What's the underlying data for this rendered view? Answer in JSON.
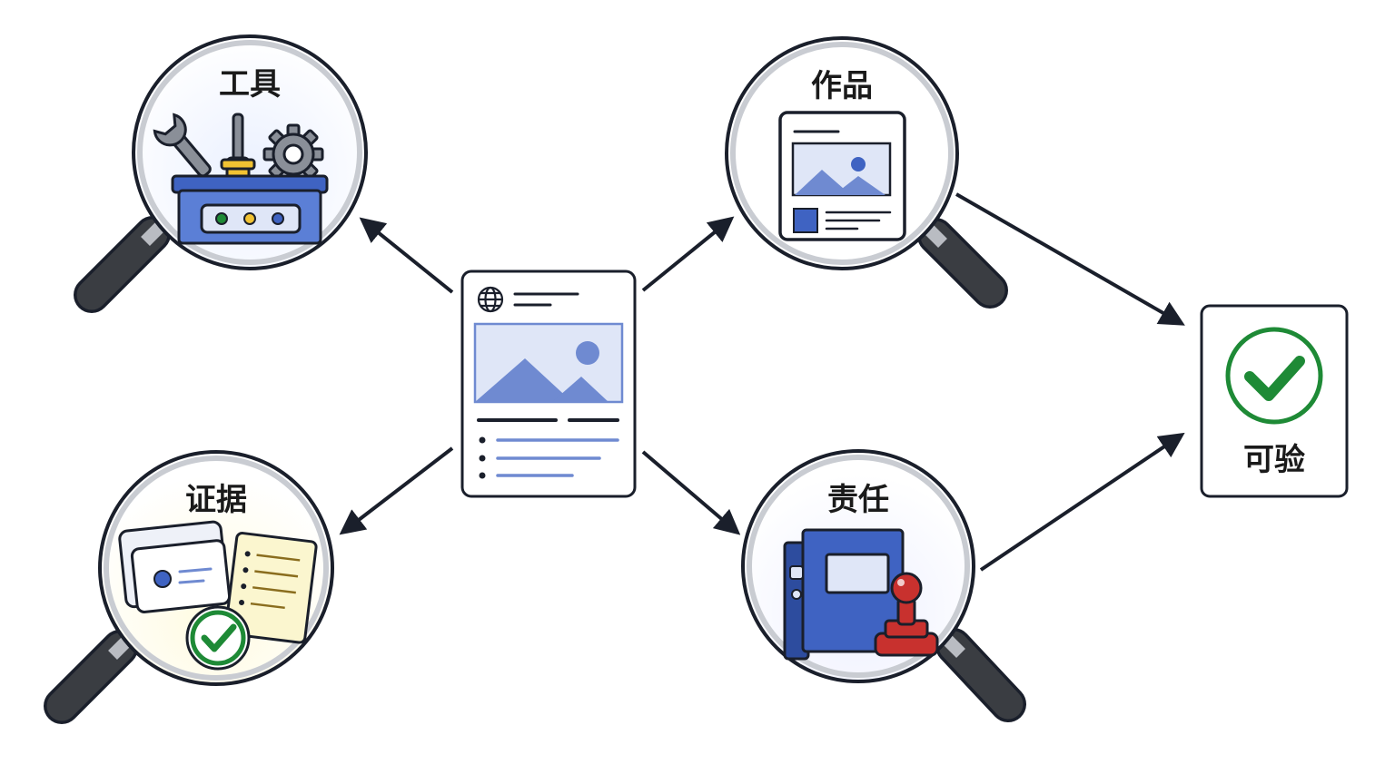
{
  "colors": {
    "outline": "#1a1f2b",
    "handle": "#3a3d42",
    "blue": "#3f63c2",
    "blue_light": "#dfe6f7",
    "green": "#1e8a36",
    "red": "#c8312e",
    "yellow": "#f1c232",
    "paper": "#fbf6cf"
  },
  "center": {
    "icon": "webpage-icon"
  },
  "lenses": {
    "tools": {
      "label": "工具",
      "icon": "toolbox-icon"
    },
    "works": {
      "label": "作品",
      "icon": "document-image-icon"
    },
    "evidence": {
      "label": "证据",
      "icon": "id-cards-checklist-icon"
    },
    "responsibility": {
      "label": "责任",
      "icon": "binder-stamp-icon"
    }
  },
  "result": {
    "label": "可验",
    "icon": "check-circle-icon"
  }
}
